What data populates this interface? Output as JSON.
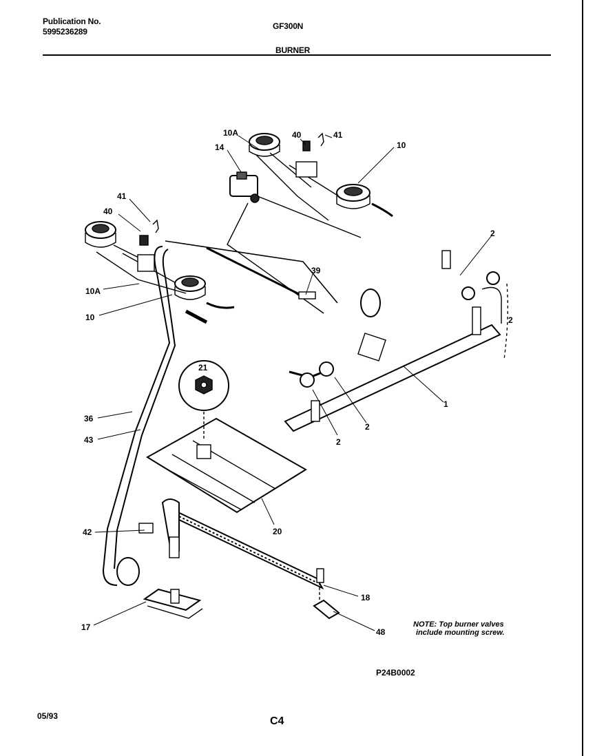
{
  "header": {
    "publication_label": "Publication No.",
    "publication_number": "5995236289",
    "model": "GF300N",
    "section": "BURNER"
  },
  "callouts": {
    "c10a_top": "10A",
    "c40_top": "40",
    "c41_top": "41",
    "c10_top": "10",
    "c14": "14",
    "c41_left": "41",
    "c40_left": "40",
    "c2_upper": "2",
    "c2_right": "2",
    "c10a_left": "10A",
    "c39": "39",
    "c10_left": "10",
    "c21": "21",
    "c1": "1",
    "c36": "36",
    "c2_mid": "2",
    "c2_low": "2",
    "c43": "43",
    "c20": "20",
    "c42": "42",
    "c18": "18",
    "c17": "17",
    "c48": "48"
  },
  "note": {
    "line1": "NOTE: Top burner valves",
    "line2": "include mounting screw."
  },
  "figure_code": "P24B0002",
  "footer": {
    "date": "05/93",
    "page": "C4"
  }
}
